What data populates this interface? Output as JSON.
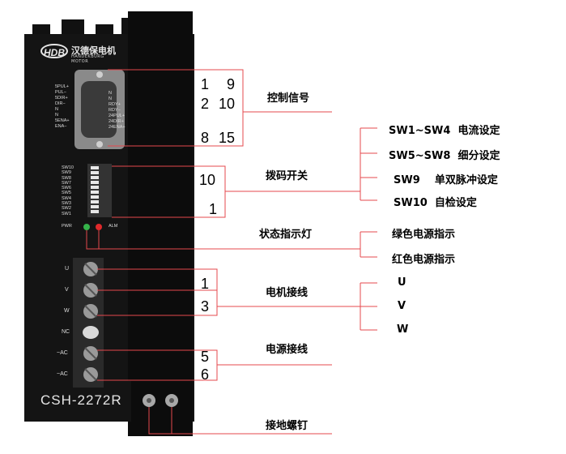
{
  "device": {
    "model": "CSH-2272R",
    "brand_logo": "HDB",
    "brand_name": "汉德保电机",
    "brand_sub": "HANDEKBURG MOTOR",
    "connector_left_pins": [
      "5PUL+",
      "PUL−",
      "5DIR+",
      "DIR−",
      "N",
      "N",
      "5ENA+",
      "ENA−"
    ],
    "connector_right_pins": [
      "N",
      "N",
      "RDY+",
      "RDY−",
      "24PUL+",
      "24DIR+",
      "24ENA+"
    ],
    "dip_labels": [
      "SW10",
      "SW9",
      "SW8",
      "SW7",
      "SW6",
      "SW5",
      "SW4",
      "SW3",
      "SW2",
      "SW1"
    ],
    "indicator_labels": [
      "PWR",
      "ALM"
    ],
    "terminal_labels": [
      "U",
      "V",
      "W",
      "NC",
      "~AC",
      "~AC"
    ]
  },
  "numbers": {
    "signal_1": "1",
    "signal_9": "9",
    "signal_2": "2",
    "signal_10": "10",
    "signal_8": "8",
    "signal_15": "15",
    "dip_10": "10",
    "dip_1": "1",
    "motor_1": "1",
    "motor_3": "3",
    "power_5": "5",
    "power_6": "6"
  },
  "labels": {
    "control_signal": "控制信号",
    "dip_switch": "拨码开关",
    "status_led": "状态指示灯",
    "motor_wiring": "电机接线",
    "power_wiring": "电源接线",
    "ground_screw": "接地螺钉"
  },
  "dip_functions": [
    {
      "code": "SW1~SW4",
      "desc": "电流设定"
    },
    {
      "code": "SW5~SW8",
      "desc": "细分设定"
    },
    {
      "code": "SW9",
      "desc": "单双脉冲设定"
    },
    {
      "code": "SW10",
      "desc": "自检设定"
    }
  ],
  "led_functions": [
    "绿色电源指示",
    "红色电源指示"
  ],
  "motor_phases": [
    "U",
    "V",
    "W"
  ],
  "colors": {
    "leader_line": "#e5484d",
    "panel": "#141414",
    "heatsink": "#0f0f0f",
    "green_led": "#35b34a",
    "red_led": "#e0292b"
  }
}
